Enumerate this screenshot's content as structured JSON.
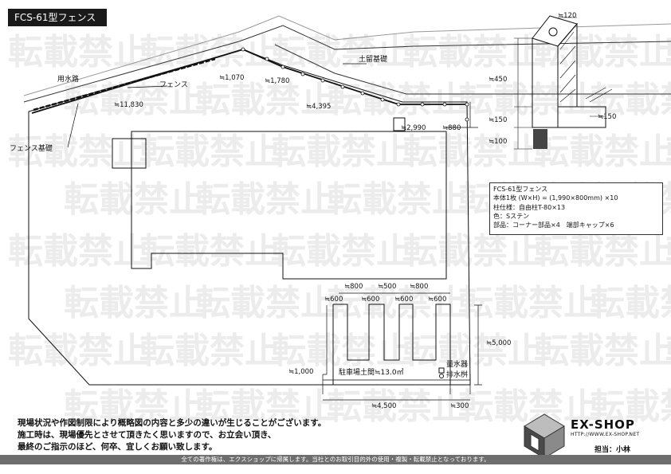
{
  "title": "FCS-61型フェンス",
  "watermark": "転載禁止",
  "labels": {
    "water_channel": "用水路",
    "fence": "フェンス",
    "fence_foundation": "フェンス基礎",
    "retaining_foundation": "土留基礎",
    "parking": "駐車場土間≒13.0㎡",
    "water_meter": "量水器",
    "drain": "排水桝"
  },
  "dimensions": {
    "d_11830": "≒11,830",
    "d_1070": "≒1,070",
    "d_1780": "≒1,780",
    "d_4395": "≒4,395",
    "d_2990": "≒2,990",
    "d_880": "≒880",
    "d_800a": "≒800",
    "d_500": "≒500",
    "d_800b": "≒800",
    "d_600a": "≒600",
    "d_600b": "≒600",
    "d_600c": "≒600",
    "d_600d": "≒600",
    "d_1000": "≒1,000",
    "d_5000": "≒5,000",
    "d_4500": "≒4,500",
    "d_300": "≒300",
    "s_120": "≒120",
    "s_450": "≒450",
    "s_150a": "≒150",
    "s_150b": "≒150",
    "s_100": "≒100"
  },
  "spec": [
    "FCS-61型フェンス",
    "本体1枚 (W×H) = (1,990×800mm) ×10",
    "柱仕様：自由柱T-80×13",
    "色：Sステン",
    "部品：コーナー部品×4　端部キャップ×6"
  ],
  "notes": [
    "現場状況や作図制限により概略図の内容と多少の違いが生じることがございます。",
    "施工時は、現場優先とさせて頂きたく思いますので、お立会い頂き、",
    "最終のご指示のほど、何卒、宜しくお願い致します。"
  ],
  "brand": {
    "name": "EX-SHOP",
    "url": "HTTP://WWW.EX-SHOP.NET",
    "person": "担当：小林"
  },
  "footer": "全ての著作権は、エクスショップに帰属します。当社とのお取引目的外の使用・複製・転載禁止となっております。"
}
